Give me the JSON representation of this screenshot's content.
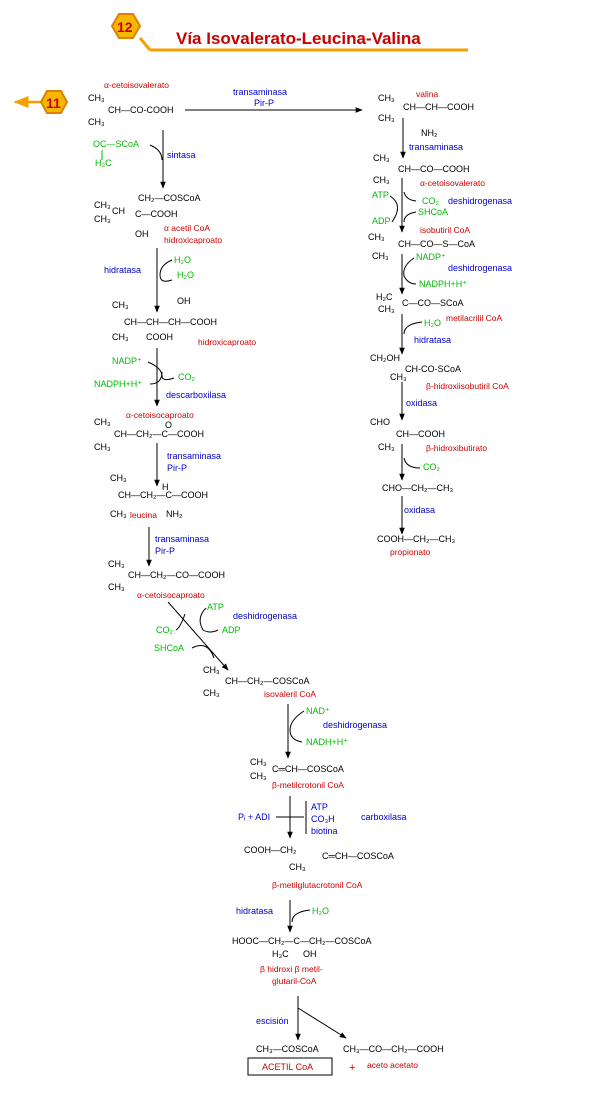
{
  "header": {
    "page_number": "12",
    "title": "Vía Isovalerato-Leucina-Valina",
    "back_link": "11"
  },
  "colors": {
    "accent": "#f5a000",
    "title": "#cc0000",
    "enzyme": "#0000cc",
    "cofactor": "#00bb00",
    "compound": "#cc0000"
  },
  "left_path": {
    "a_cetoisovalerato": {
      "name": "α-cetoisovalerato",
      "f1": "CH₃",
      "f2": "CH—CO-COOH",
      "f3": "CH₃"
    },
    "transaminasa_top": "transaminasa",
    "pirp_top": "Pir-P",
    "acetylcoa_in": {
      "a": "OC—SCoA",
      "b": "H₃C"
    },
    "sintasa": "sintasa",
    "acetilcoa_hidroxi": {
      "f1": "CH₃",
      "f2": "CH₂—COSCoA",
      "f3": "CH₃",
      "f4": "C—COOH",
      "f5": "CH",
      "f6": "OH",
      "n1": "α acetil CoA",
      "n2": "hidroxicaproato"
    },
    "hidratasa": "hidratasa",
    "h2o_a": "H₂O",
    "h2o_b": "H₂O",
    "hidroxicaproato": {
      "f1": "CH₃",
      "f2": "OH",
      "f3": "CH—CH—CH—COOH",
      "f4": "CH₃",
      "f5": "COOH",
      "name": "hidroxicaproato"
    },
    "nadp": "NADP⁺",
    "co2_a": "CO₂",
    "nadph": "NADPH+H⁺",
    "descarboxilasa": "descarboxilasa",
    "a_cetoisocaproato_1": {
      "name": "α-cetoisocaproato",
      "f1": "CH₃",
      "f2": "O",
      "f3": "CH—CH₂—C—COOH",
      "f4": "CH₃"
    },
    "transaminasa_2": "transaminasa",
    "pirp_2": "Pir-P",
    "leucina": {
      "f1": "CH₃",
      "f2": "H",
      "f3": "CH—CH₂—C—COOH",
      "f4": "CH₃",
      "f5": "NH₂",
      "name": "leucina"
    },
    "transaminasa_3": "transaminasa",
    "pirp_3": "Pir-P",
    "a_cetoisocaproato_2": {
      "f1": "CH₃",
      "f2": "CH—CH₂—CO—COOH",
      "f3": "CH₃",
      "name": "α-cetoisocaproato"
    },
    "atp": "ATP",
    "deshidrogenasa_1": "deshidrogenasa",
    "co2_b": "CO₂",
    "adp": "ADP",
    "shcoa": "SHCoA",
    "isovaleril": {
      "f1": "CH₃",
      "f2": "CH—CH₂—COSCoA",
      "f3": "CH₃",
      "name": "isovaleril CoA"
    },
    "nad": "NAD⁺",
    "deshidrogenasa_2": "deshidrogenasa",
    "nadh": "NADH+H⁺",
    "metilcrotonil": {
      "f1": "CH₃",
      "f2": "C═CH—COSCoA",
      "f3": "CH₃",
      "name": "β-metilcrotonil CoA"
    },
    "pi_adi": "Pᵢ + ADI",
    "atp_b": "ATP",
    "co3h": "CO₃H",
    "biotina": "biotina",
    "carboxilasa": "carboxilasa",
    "metilglutacronil": {
      "f1": "COOH—CH₂",
      "f2": "C═CH—COSCoA",
      "f3": "CH₃",
      "name": "β-metilglutacrotonil CoA"
    },
    "hidratasa_2": "hidratasa",
    "h2o_c": "H₂O",
    "hmg": {
      "f1": "HOOC—CH₂—C—CH₂—COSCoA",
      "f2": "H₃C",
      "f3": "OH",
      "name1": "β hidroxi β metil-",
      "name2": "glutaril-CoA"
    },
    "escision": "escisión",
    "products": {
      "left": "CH₃—COSCoA",
      "right": "CH₃—CO—CH₂—COOH",
      "acetil": "ACETIL CoA",
      "plus": "+",
      "acetoacetato": "aceto acetato"
    }
  },
  "right_path": {
    "valina": {
      "name": "valina",
      "f1": "CH₃",
      "f2": "CH—CH—COOH",
      "f3": "CH₃",
      "f4": "NH₂"
    },
    "transaminasa": "transaminasa",
    "a_cetoisovalerato": {
      "f1": "CH₃",
      "f2": "CH—CO—COOH",
      "f3": "CH₃",
      "name": "α-cetoisovalerato"
    },
    "atp": "ATP",
    "co2": "CO₂",
    "deshidrogenasa_1": "deshidrogenasa",
    "shcoa": "SHCoA",
    "adp": "ADP",
    "isobutiril": {
      "name": "isobutiril CoA",
      "f1": "CH₃",
      "f2": "CH—CO—S—CoA",
      "f3": "CH₃"
    },
    "nadp": "NADP⁺",
    "deshidrogenasa_2": "deshidrogenasa",
    "nadph": "NADPH+H⁺",
    "metilacrilil": {
      "f1": "H₂C",
      "f2": "C—CO—SCoA",
      "f3": "CH₃",
      "name": "metilacrilil CoA"
    },
    "h2o": "H₂O",
    "hidratasa": "hidratasa",
    "hidroxiisobutiril": {
      "f1": "CH₂OH",
      "f2": "CH-CO-SCoA",
      "f3": "CH₃",
      "name": "β-hidroxiisobutiril CoA"
    },
    "oxidasa_1": "oxidasa",
    "hidroxibutirato": {
      "f1": "CHO",
      "f2": "CH—COOH",
      "f3": "CH₃",
      "name": "β-hidroxibutirato"
    },
    "co2_b": "CO₂",
    "cho": "CHO—CH₂—CH₃",
    "oxidasa_2": "oxidasa",
    "propionato": {
      "f1": "COOH—CH₂—CH₃",
      "name": "propionato"
    }
  }
}
